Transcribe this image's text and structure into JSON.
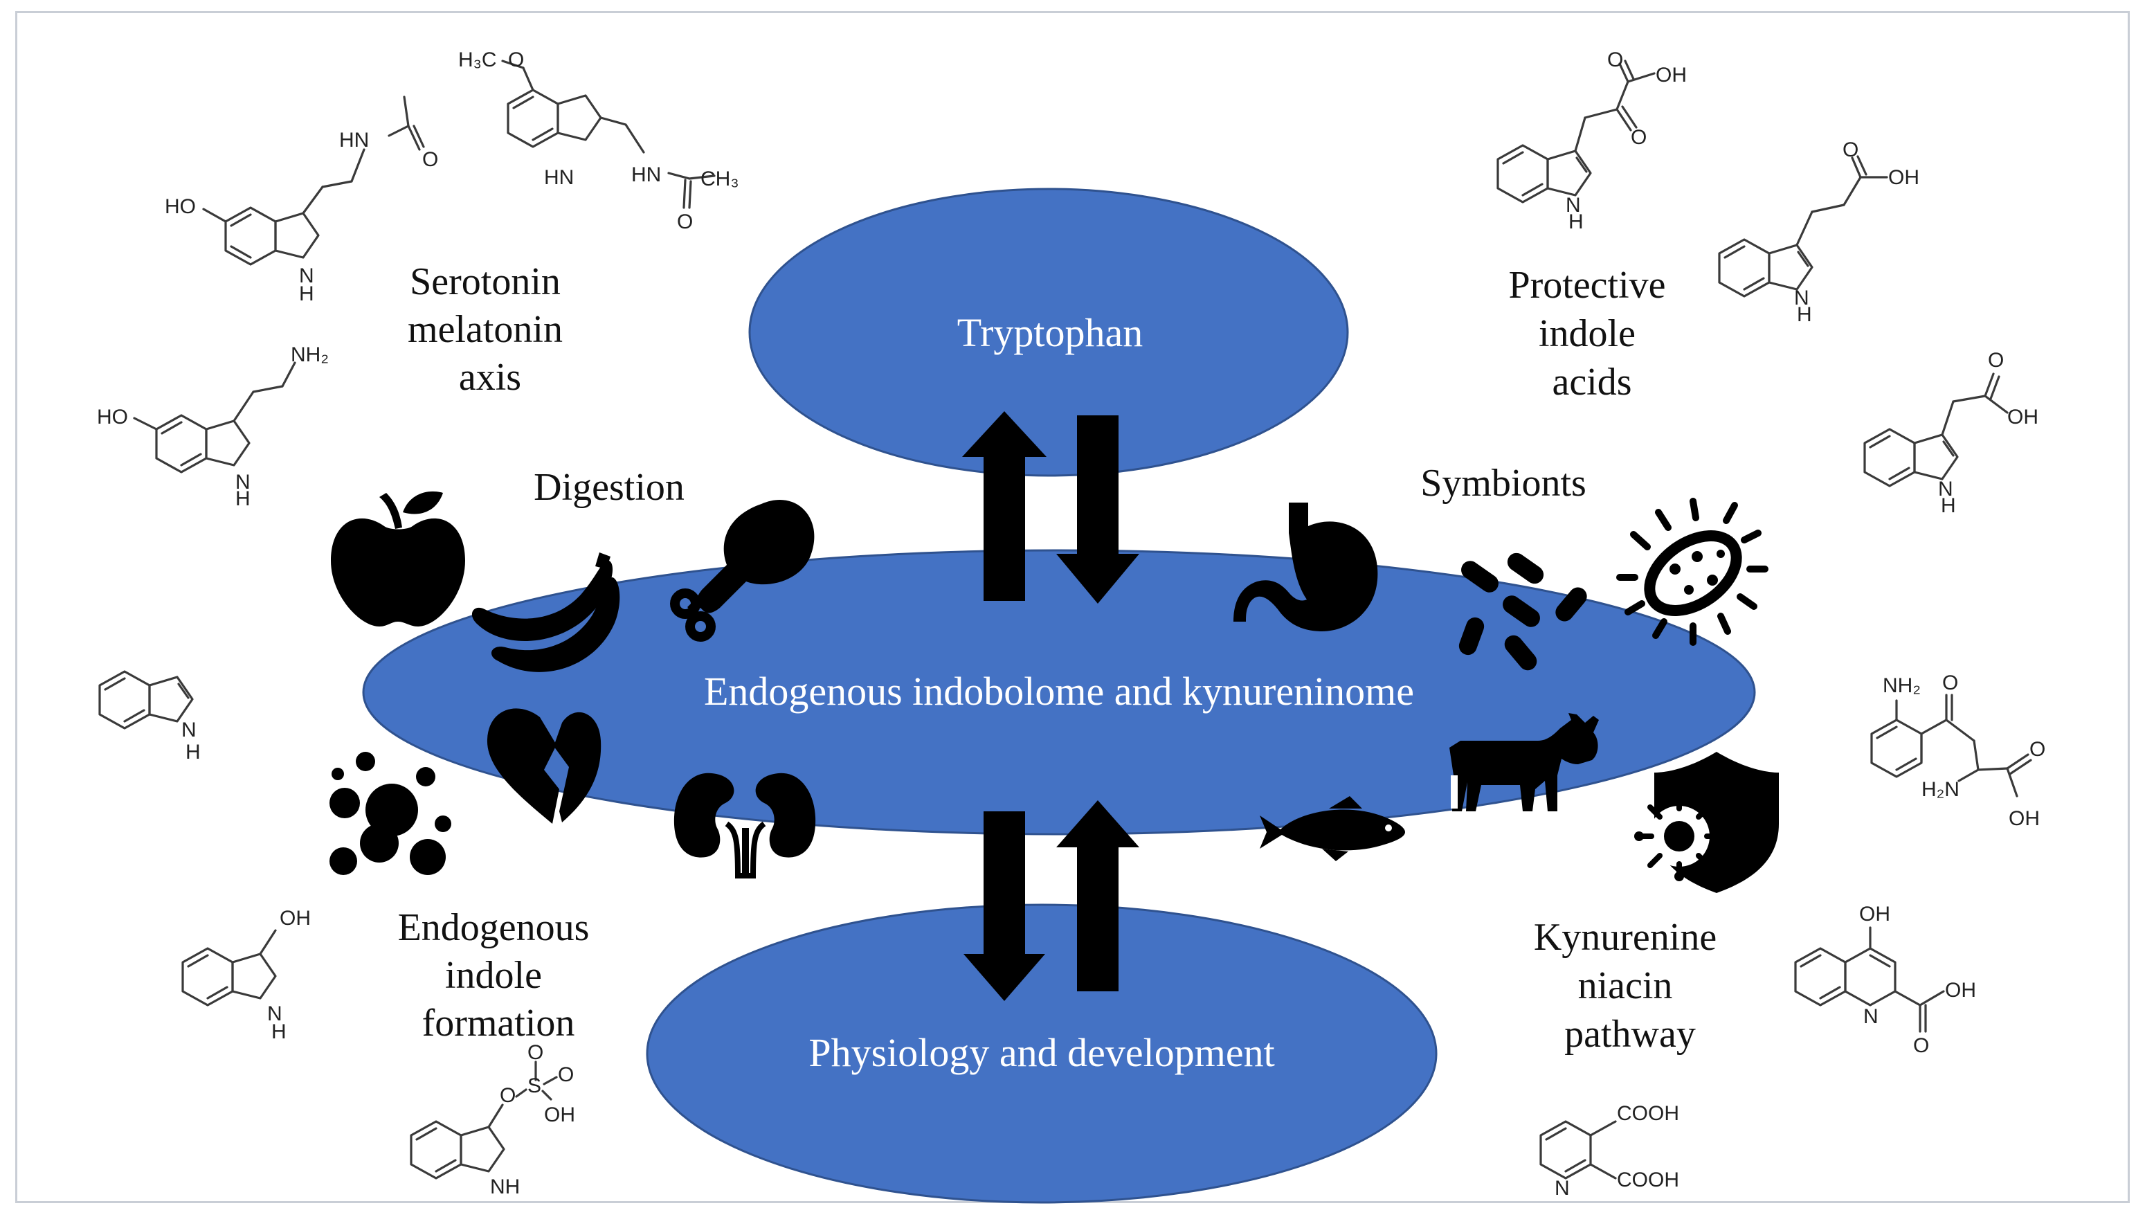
{
  "diagram": {
    "colors": {
      "ellipse_fill": "#4472c4",
      "ellipse_stroke": "#2f528f",
      "icon": "#000000",
      "frame": "#c9ced6"
    },
    "ellipses": {
      "top": "Tryptophan",
      "center": "Endogenous indobolome and kynureninome",
      "bottom": "Physiology and development"
    },
    "labels": {
      "serotonin": [
        "Serotonin",
        "melatonin",
        "axis"
      ],
      "protective": [
        "Protective",
        "indole",
        "acids"
      ],
      "digestion": "Digestion",
      "symbionts": "Symbionts",
      "endogenous": [
        "Endogenous",
        "indole",
        "formation"
      ],
      "kynurenine": [
        "Kynurenine",
        "niacin",
        "pathway"
      ]
    },
    "icons": [
      "apple-icon",
      "banana-icon",
      "chicken-leg-icon",
      "broken-heart-icon",
      "bubbles-icon",
      "kidney-icon",
      "stomach-icon",
      "bacteria-rods-icon",
      "bacterium-icon",
      "cow-icon",
      "fish-icon",
      "virus-shield-icon"
    ],
    "chem_text": {
      "h3c": "H₃C",
      "o": "O",
      "oh": "OH",
      "ho": "HO",
      "hn": "HN",
      "h": "H",
      "n": "N",
      "nh": "NH",
      "nh2": "NH₂",
      "h2n": "H₂N",
      "ch3": "CH₃",
      "s": "S",
      "cooh": "COOH"
    }
  }
}
